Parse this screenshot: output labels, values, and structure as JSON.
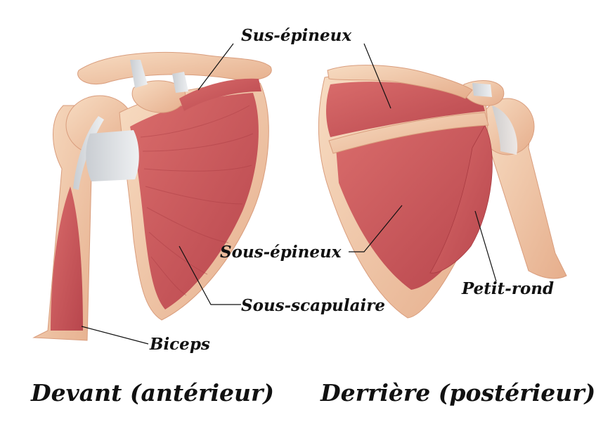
{
  "labels": {
    "sus_epineux": "Sus-épineux",
    "sous_epineux": "Sous-épineux",
    "sous_scapulaire": "Sous-scapulaire",
    "biceps": "Biceps",
    "petit_rond": "Petit-rond"
  },
  "captions": {
    "front": "Devant (antérieur)",
    "back": "Derrière (postérieur)"
  },
  "colors": {
    "bone": "#f2c8a6",
    "bone_shadow": "#e3a987",
    "muscle": "#cd5a5c",
    "muscle_dark": "#a93b42",
    "tendon": "#dcdfe3",
    "text": "#111111"
  }
}
